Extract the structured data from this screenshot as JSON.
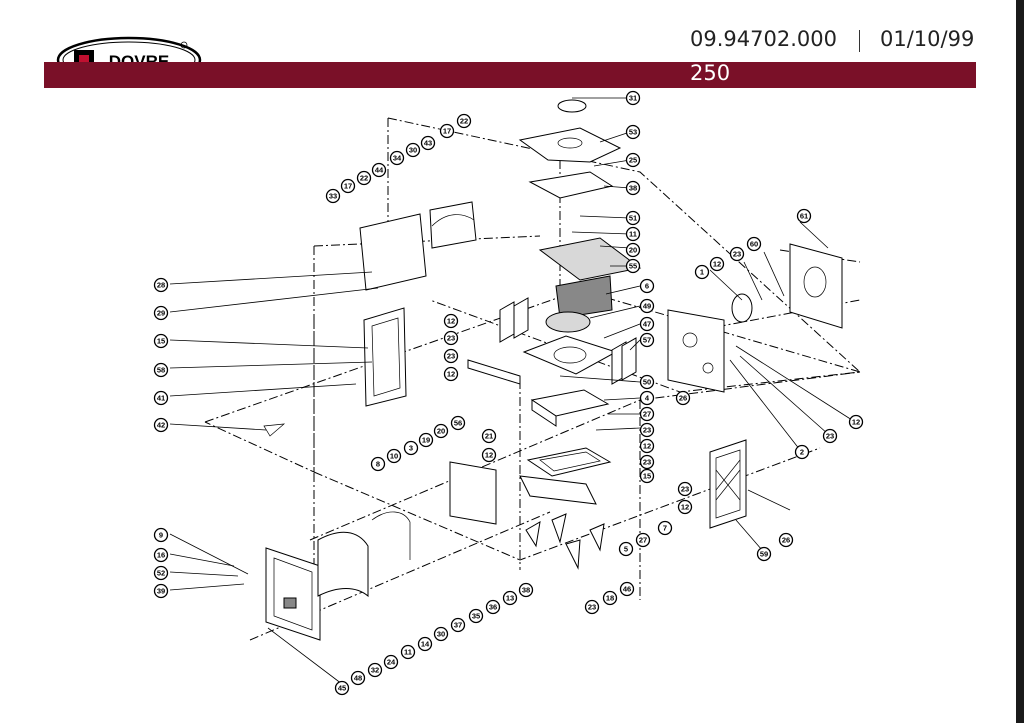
{
  "header": {
    "brand": "DOVRE",
    "doc_number": "09.94702.000",
    "doc_date": "01/10/99",
    "model": "250"
  },
  "colors": {
    "header_bar": "#7a1028",
    "ink": "#000000"
  },
  "callouts": [
    "31",
    "53",
    "25",
    "38",
    "51",
    "11",
    "20",
    "55",
    "6",
    "49",
    "47",
    "57",
    "50",
    "4",
    "27",
    "23",
    "12",
    "15",
    "26",
    "59",
    "2",
    "23",
    "12",
    "61",
    "60",
    "23",
    "12",
    "1",
    "26",
    "17",
    "22",
    "43",
    "30",
    "34",
    "44",
    "22",
    "17",
    "33",
    "28",
    "29",
    "15",
    "58",
    "41",
    "42",
    "12",
    "23",
    "23",
    "12",
    "56",
    "8",
    "10",
    "3",
    "19",
    "20",
    "21",
    "12",
    "9",
    "16",
    "52",
    "39",
    "45",
    "48",
    "32",
    "24",
    "11",
    "14",
    "30",
    "37",
    "35",
    "36",
    "13",
    "38",
    "5",
    "27",
    "7",
    "23",
    "18",
    "46",
    "12",
    "23",
    "23",
    "12"
  ]
}
